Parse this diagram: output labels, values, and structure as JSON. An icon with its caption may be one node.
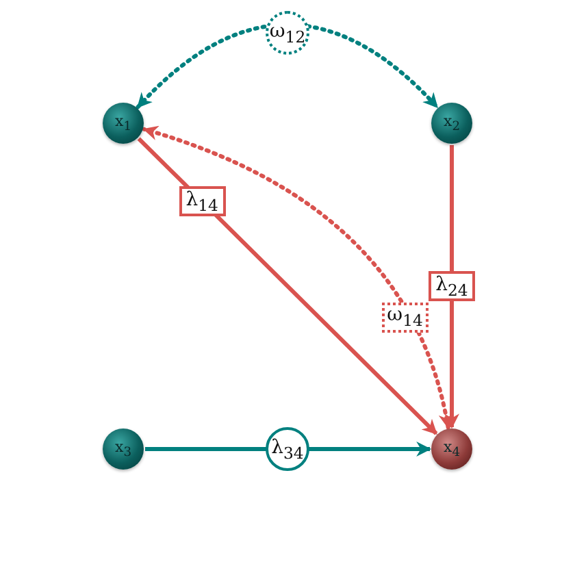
{
  "diagram": {
    "nodes": [
      {
        "text": [
          "x$_{1}$"
        ]
      },
      {
        "text": [
          "x$_{2}$"
        ]
      },
      {
        "text": [
          "x$_{3}$"
        ]
      },
      {
        "text": [
          "x$_{4}$"
        ]
      }
    ],
    "edges": [
      {
        "from": 0,
        "to": 1,
        "arrow": "both",
        "label": "ω$_{12}$",
        "style": "dashed",
        "color": "#00807f"
      },
      {
        "from": 0,
        "to": 3,
        "arrow": "to",
        "label": "λ$_{14}$",
        "color": "#d9534f"
      },
      {
        "from": 3,
        "to": 0,
        "arrow": "both",
        "label": "ω$_{14}$",
        "style": "dashed",
        "color": "#d9534f"
      },
      {
        "from": 1,
        "to": 3,
        "arrow": "to",
        "label": "λ$_{24}$",
        "color": "#d9534f"
      },
      {
        "from": 2,
        "to": 3,
        "arrow": "to",
        "label": "λ$_{34}$",
        "color": "#00807f"
      }
    ]
  }
}
